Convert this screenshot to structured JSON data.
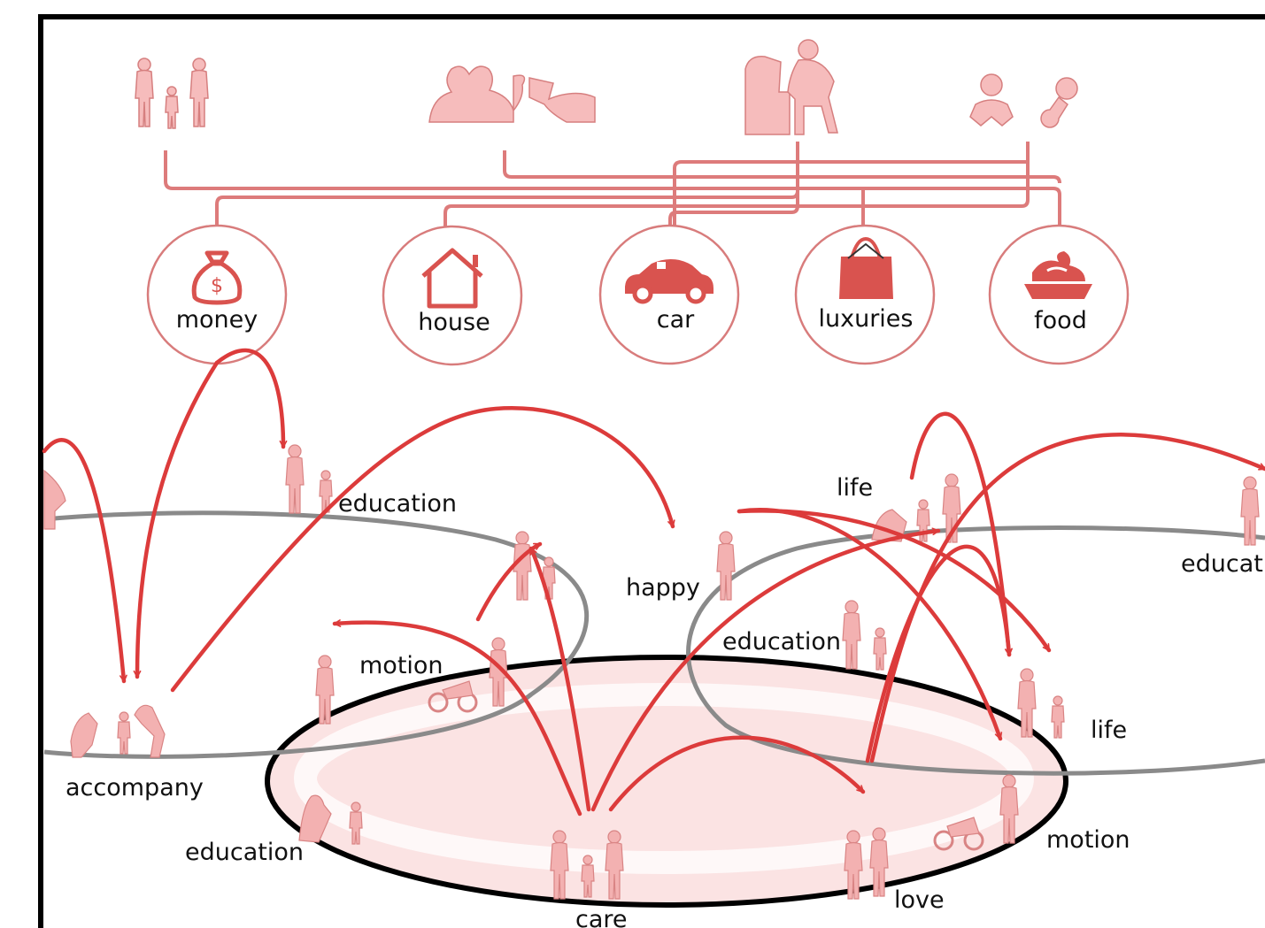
{
  "categories": [
    {
      "label": "money",
      "icon": "money-bag-icon"
    },
    {
      "label": "house",
      "icon": "house-icon"
    },
    {
      "label": "car",
      "icon": "car-icon"
    },
    {
      "label": "luxuries",
      "icon": "shopping-bag-icon"
    },
    {
      "label": "food",
      "icon": "food-bowl-icon"
    }
  ],
  "activities": {
    "left_education": "education",
    "happy": "happy",
    "motion_left": "motion",
    "accompany": "accompany",
    "education_bottom": "education",
    "care": "care",
    "life_top": "life",
    "education_right_edge": "education",
    "education_middle": "education",
    "life_right": "life",
    "motion_right": "motion",
    "love": "love"
  },
  "top_icons": [
    "family-icon",
    "colleagues-handshake-icon",
    "office-worker-icon",
    "baby-icon"
  ],
  "colors": {
    "arrow": "#dc3b3b",
    "wire": "#dd7b7b",
    "figure": "#f3b1b1",
    "icon": "#d9534f",
    "ellipse_outline": "#8a8a8a",
    "core_ellipse": "#000000"
  }
}
